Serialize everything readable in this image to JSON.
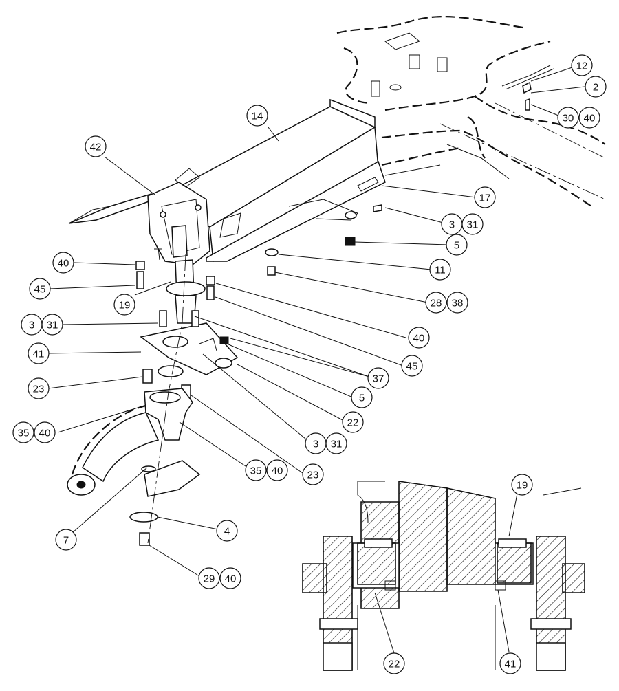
{
  "diagram": {
    "callouts": [
      {
        "id": "c12",
        "labels": [
          "12"
        ]
      },
      {
        "id": "c2",
        "labels": [
          "2"
        ]
      },
      {
        "id": "c30-40",
        "labels": [
          "30",
          "40"
        ]
      },
      {
        "id": "c14",
        "labels": [
          "14"
        ]
      },
      {
        "id": "c42",
        "labels": [
          "42"
        ]
      },
      {
        "id": "c17",
        "labels": [
          "17"
        ]
      },
      {
        "id": "c3-31-a",
        "labels": [
          "3",
          "31"
        ]
      },
      {
        "id": "c5-a",
        "labels": [
          "5"
        ]
      },
      {
        "id": "c11",
        "labels": [
          "11"
        ]
      },
      {
        "id": "c40-a",
        "labels": [
          "40"
        ]
      },
      {
        "id": "c45-a",
        "labels": [
          "45"
        ]
      },
      {
        "id": "c19-a",
        "labels": [
          "19"
        ]
      },
      {
        "id": "c28-38",
        "labels": [
          "28",
          "38"
        ]
      },
      {
        "id": "c3-31-b",
        "labels": [
          "3",
          "31"
        ]
      },
      {
        "id": "c40-b",
        "labels": [
          "40"
        ]
      },
      {
        "id": "c41-a",
        "labels": [
          "41"
        ]
      },
      {
        "id": "c45-b",
        "labels": [
          "45"
        ]
      },
      {
        "id": "c37",
        "labels": [
          "37"
        ]
      },
      {
        "id": "c23-a",
        "labels": [
          "23"
        ]
      },
      {
        "id": "c5-b",
        "labels": [
          "5"
        ]
      },
      {
        "id": "c22-a",
        "labels": [
          "22"
        ]
      },
      {
        "id": "c35-40-a",
        "labels": [
          "35",
          "40"
        ]
      },
      {
        "id": "c3-31-c",
        "labels": [
          "3",
          "31"
        ]
      },
      {
        "id": "c35-40-b",
        "labels": [
          "35",
          "40"
        ]
      },
      {
        "id": "c23-b",
        "labels": [
          "23"
        ]
      },
      {
        "id": "c7",
        "labels": [
          "7"
        ]
      },
      {
        "id": "c4",
        "labels": [
          "4"
        ]
      },
      {
        "id": "c29-40",
        "labels": [
          "29",
          "40"
        ]
      },
      {
        "id": "c19-b",
        "labels": [
          "19"
        ]
      },
      {
        "id": "c22-b",
        "labels": [
          "22"
        ]
      },
      {
        "id": "c41-b",
        "labels": [
          "41"
        ]
      }
    ]
  }
}
